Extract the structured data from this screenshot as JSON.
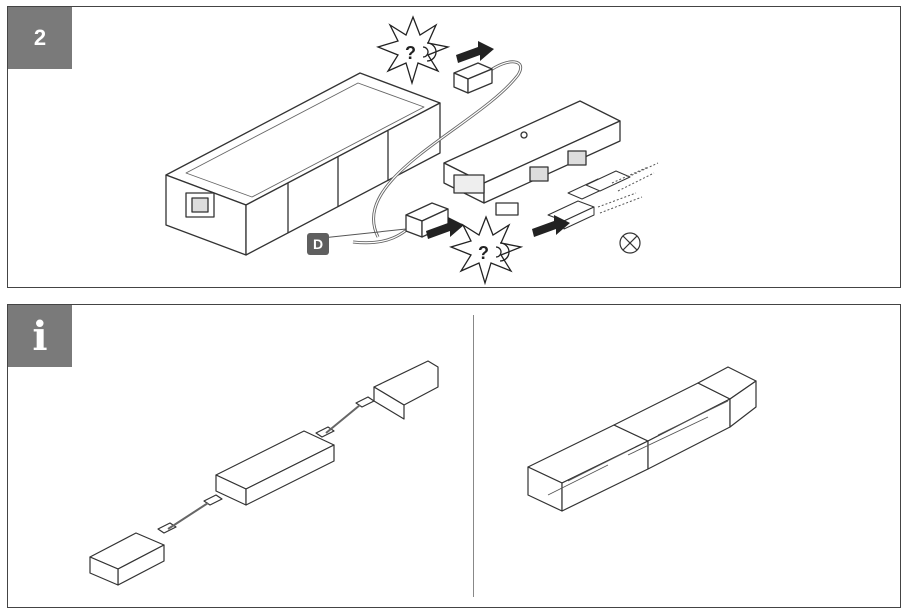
{
  "step_panel": {
    "step_number": "2",
    "callout_label": "D"
  },
  "info_panel": {
    "info_symbol": "i"
  },
  "colors": {
    "badge": "#7a7a7a",
    "callout": "#5f5f5f",
    "border": "#444444"
  },
  "icons": [
    "listen-click-icon",
    "push-arrow-icon",
    "prohibited-icon"
  ]
}
